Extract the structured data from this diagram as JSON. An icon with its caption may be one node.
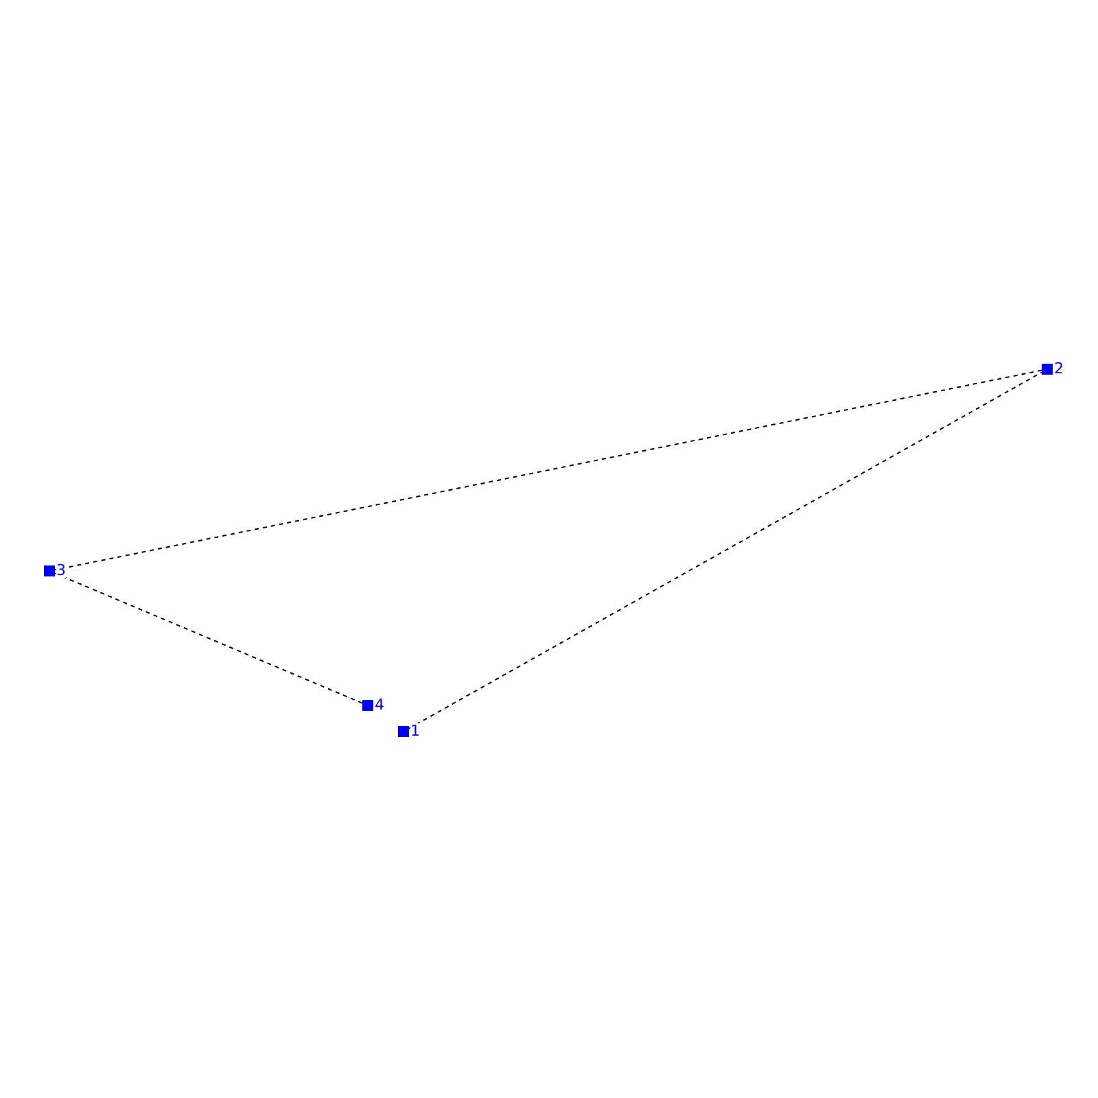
{
  "diagram": {
    "nodes": [
      {
        "text": [],
        "shape": "box",
        "beside": [
          "3"
        ]
      },
      {
        "text": [],
        "shape": "box",
        "beside": [
          "4"
        ]
      },
      {
        "text": [],
        "shape": "box",
        "beside": [
          "1"
        ]
      },
      {
        "text": [],
        "shape": "box",
        "beside": [
          "2"
        ]
      }
    ],
    "edges": [
      {
        "from": 0,
        "to": 1,
        "arrow": "none",
        "style": "dashed"
      },
      {
        "from": 2,
        "to": 3,
        "arrow": "none",
        "style": "dashed"
      },
      {
        "from": 3,
        "to": 0,
        "arrow": "none",
        "style": "dashed"
      }
    ]
  }
}
